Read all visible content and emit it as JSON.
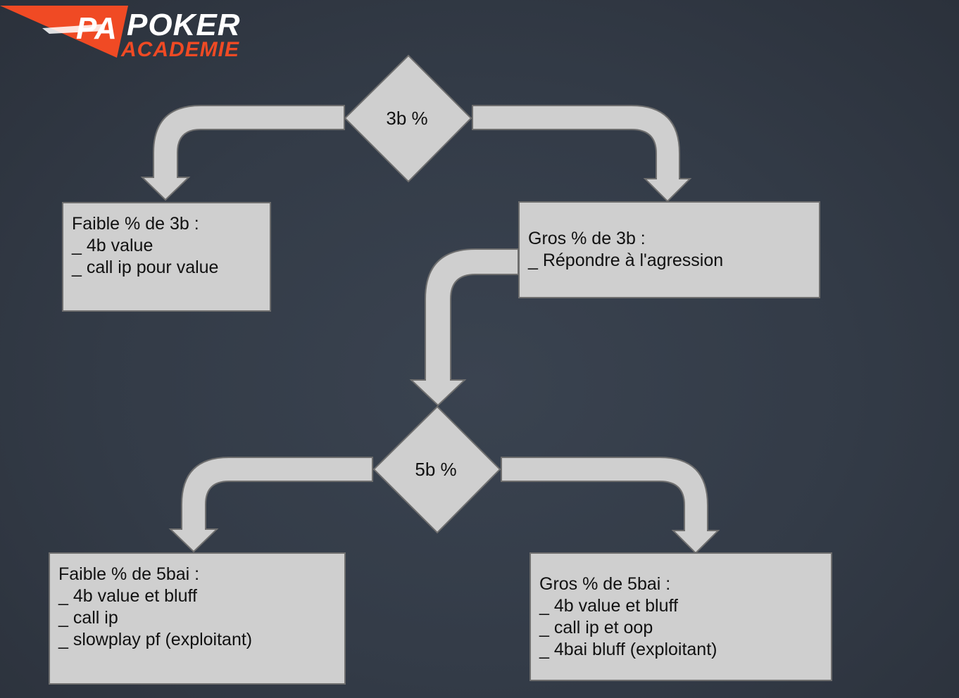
{
  "logo": {
    "mark": "PA",
    "name_top": "POKER",
    "name_bottom": "ACADEMIE",
    "accent_color": "#f04a24"
  },
  "diagram": {
    "decision_top": "3b %",
    "decision_bottom": "5b %",
    "box_low_3b": {
      "title": "Faible % de 3b :",
      "items": [
        "_ 4b value",
        "_ call ip pour value"
      ]
    },
    "box_high_3b": {
      "title": "Gros % de 3b :",
      "items": [
        "_ Répondre à l'agression"
      ]
    },
    "box_low_5b": {
      "title": "Faible % de 5bai :",
      "items": [
        "_ 4b value et bluff",
        "_ call ip",
        "_ slowplay pf (exploitant)"
      ]
    },
    "box_high_5b": {
      "title": "Gros % de 5bai :",
      "items": [
        "_ 4b value et bluff",
        "_ call ip et oop",
        "_ 4bai bluff (exploitant)"
      ]
    },
    "colors": {
      "shape_fill": "#cfcfcf",
      "shape_stroke": "#6e6e6e",
      "background": "#343c48"
    }
  }
}
